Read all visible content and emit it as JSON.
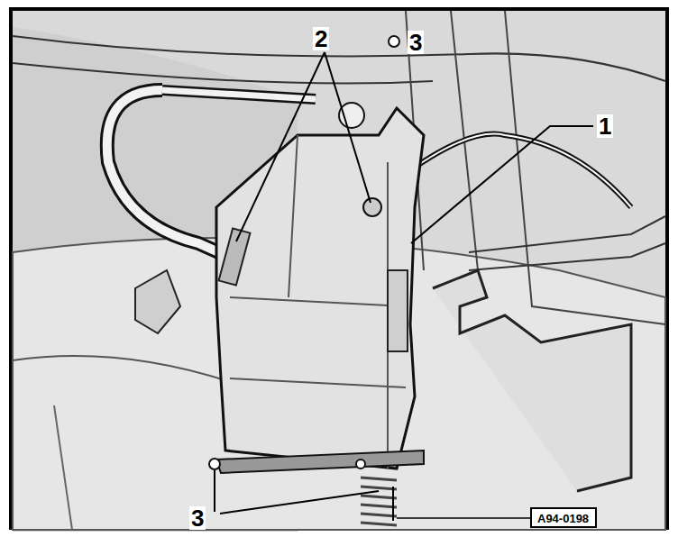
{
  "diagram": {
    "nodes": [
      {
        "text": [
          "A94-0198"
        ]
      }
    ],
    "labels": [
      "2",
      "3",
      "1",
      "3"
    ]
  }
}
